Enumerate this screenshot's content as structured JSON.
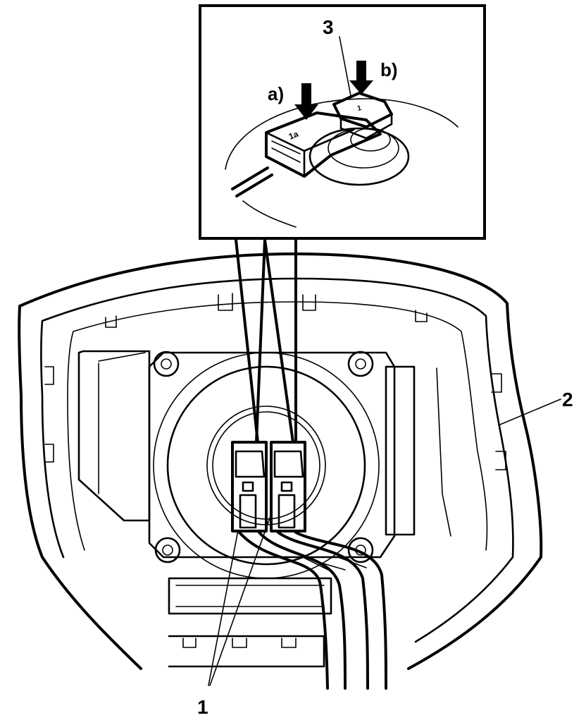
{
  "callouts": {
    "connectors": "1",
    "airbag_module": "2",
    "connector_lock": "3",
    "step_a": "a)",
    "step_b": "b)"
  },
  "connector_markings": {
    "front": "1a",
    "top": "1"
  }
}
